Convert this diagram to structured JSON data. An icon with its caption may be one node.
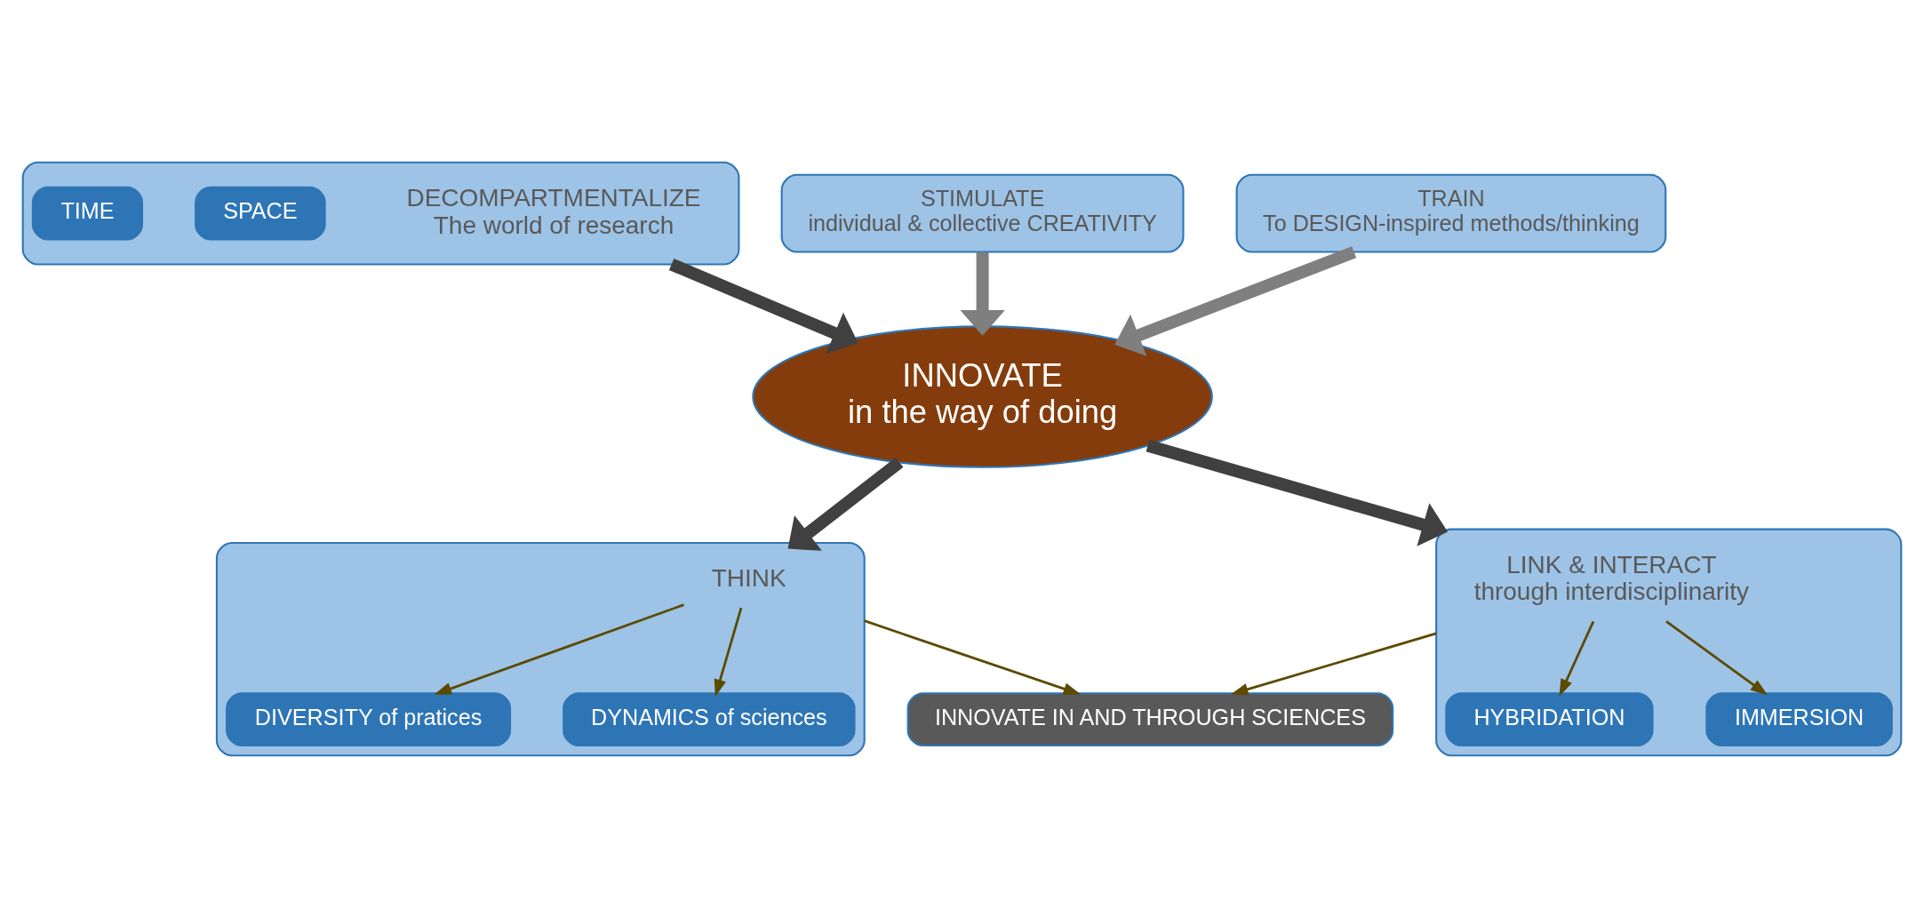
{
  "diagram": {
    "nodes": [
      {
        "text": [
          "DECOMPARTMENTALIZE",
          "The world of research"
        ]
      },
      {
        "text": [
          "TIME"
        ],
        "in": 0
      },
      {
        "text": [
          "SPACE"
        ],
        "in": 0
      },
      {
        "text": [
          "STIMULATE",
          "individual & collective CREATIVITY"
        ]
      },
      {
        "text": [
          "TRAIN",
          "To DESIGN-inspired methods/thinking"
        ]
      },
      {
        "text": [
          "INNOVATE",
          "in the way of doing"
        ]
      },
      {
        "text": [
          "THINK"
        ]
      },
      {
        "text": [
          "DIVERSITY of pratices"
        ],
        "in": 6
      },
      {
        "text": [
          "DYNAMICS of sciences"
        ],
        "in": 6
      },
      {
        "text": [
          "LINK & INTERACT",
          "through interdisciplinarity"
        ]
      },
      {
        "text": [
          "HYBRIDATION"
        ],
        "in": 9
      },
      {
        "text": [
          "IMMERSION"
        ],
        "in": 9
      },
      {
        "text": [
          "INNOVATE IN AND THROUGH SCIENCES"
        ]
      }
    ],
    "edges": [
      {
        "from": 0,
        "to": 5,
        "arrow": "to",
        "style": "thick",
        "color": "#404040"
      },
      {
        "from": 3,
        "to": 5,
        "arrow": "to",
        "style": "thick",
        "color": "#7f7f7f"
      },
      {
        "from": 4,
        "to": 5,
        "arrow": "to",
        "style": "thick",
        "color": "#7f7f7f"
      },
      {
        "from": 5,
        "to": 6,
        "arrow": "to",
        "style": "thick",
        "color": "#404040"
      },
      {
        "from": 5,
        "to": 9,
        "arrow": "to",
        "style": "thick",
        "color": "#404040"
      },
      {
        "from": 6,
        "to": 7,
        "arrow": "to"
      },
      {
        "from": 6,
        "to": 8,
        "arrow": "to"
      },
      {
        "from": 9,
        "to": 10,
        "arrow": "to"
      },
      {
        "from": 9,
        "to": 11,
        "arrow": "to"
      },
      {
        "from": 6,
        "to": 12,
        "arrow": "to"
      },
      {
        "from": 9,
        "to": 12,
        "arrow": "to"
      }
    ]
  }
}
